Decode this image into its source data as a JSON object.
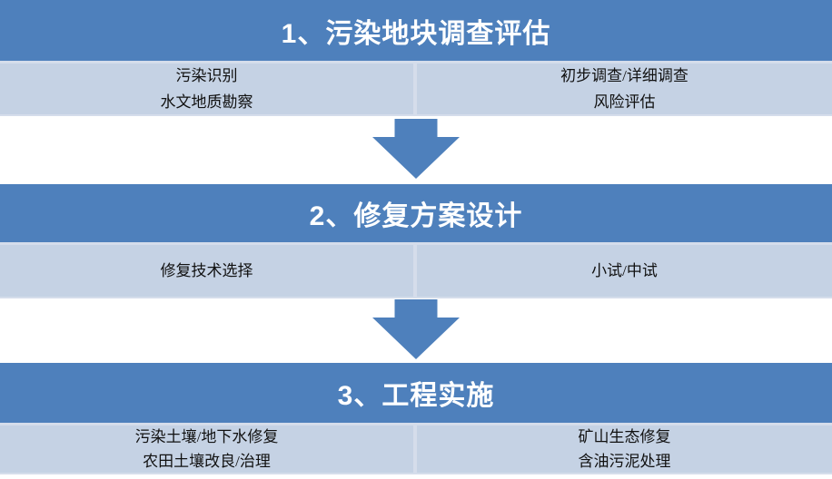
{
  "diagram": {
    "type": "process-flow",
    "orientation": "vertical",
    "columns": 2
  },
  "colors": {
    "header_bg": "#4e80bc",
    "header_text": "#ffffff",
    "cell_bg": "#c5d2e4",
    "divider": "#d5ddeb",
    "body_text": "#111111",
    "arrow": "#4e80bc",
    "page_bg": "#ffffff"
  },
  "icons": {
    "down_arrow": "down-arrow-icon"
  },
  "sections": [
    {
      "title": "1、污染地块调查评估",
      "left_items": [
        "污染识别",
        "水文地质勘察"
      ],
      "right_items": [
        "初步调查/详细调查",
        "风险评估"
      ]
    },
    {
      "title": "2、修复方案设计",
      "left_items": [
        "修复技术选择"
      ],
      "right_items": [
        "小试/中试"
      ]
    },
    {
      "title": "3、工程实施",
      "left_items": [
        "污染土壤/地下水修复",
        "农田土壤改良/治理"
      ],
      "right_items": [
        "矿山生态修复",
        "含油污泥处理"
      ]
    }
  ]
}
